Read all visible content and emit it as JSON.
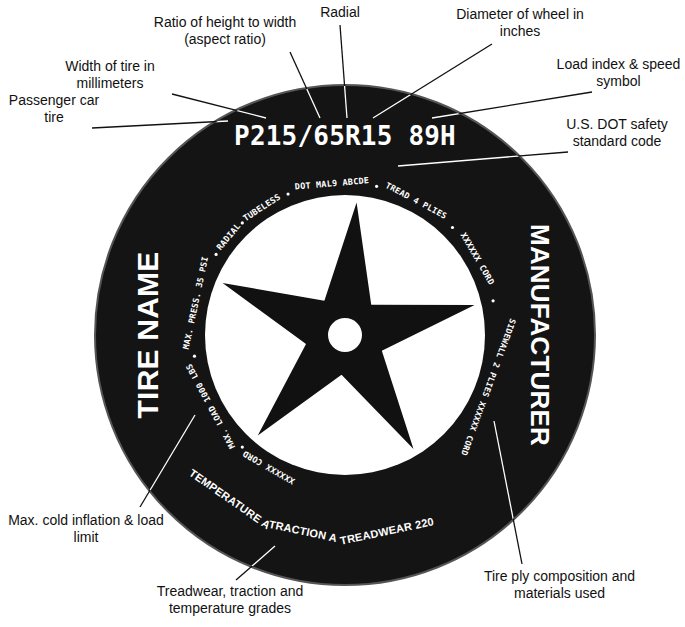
{
  "diagram": {
    "labels": [
      "Radial",
      "Ratio of height to width (aspect ratio)",
      "Diameter of wheel in inches",
      "Width of tire in millimeters",
      "Passenger car tire",
      "Load index & speed symbol",
      "U.S. DOT safety standard code",
      "P215/65R15 89H",
      "TIRE NAME",
      "MANUFACTURER",
      "XXXXXX CORD",
      "MAX. LOAD 1000 LBS",
      "MAX. PRESS. 35 PSI",
      "RADIAL",
      "TUBELESS",
      "DOT MAL9 ABCDE",
      "TREAD 4 PLIES",
      "XXXXXX CORD",
      "SIDEWALL 2 PLIES XXXXXX CORD",
      "TREADWEAR 220",
      "TRACTION A",
      "TEMPERATURE A",
      "Max. cold inflation & load limit",
      "Treadwear, traction and temperature grades",
      "Tire ply composition and materials used"
    ]
  }
}
